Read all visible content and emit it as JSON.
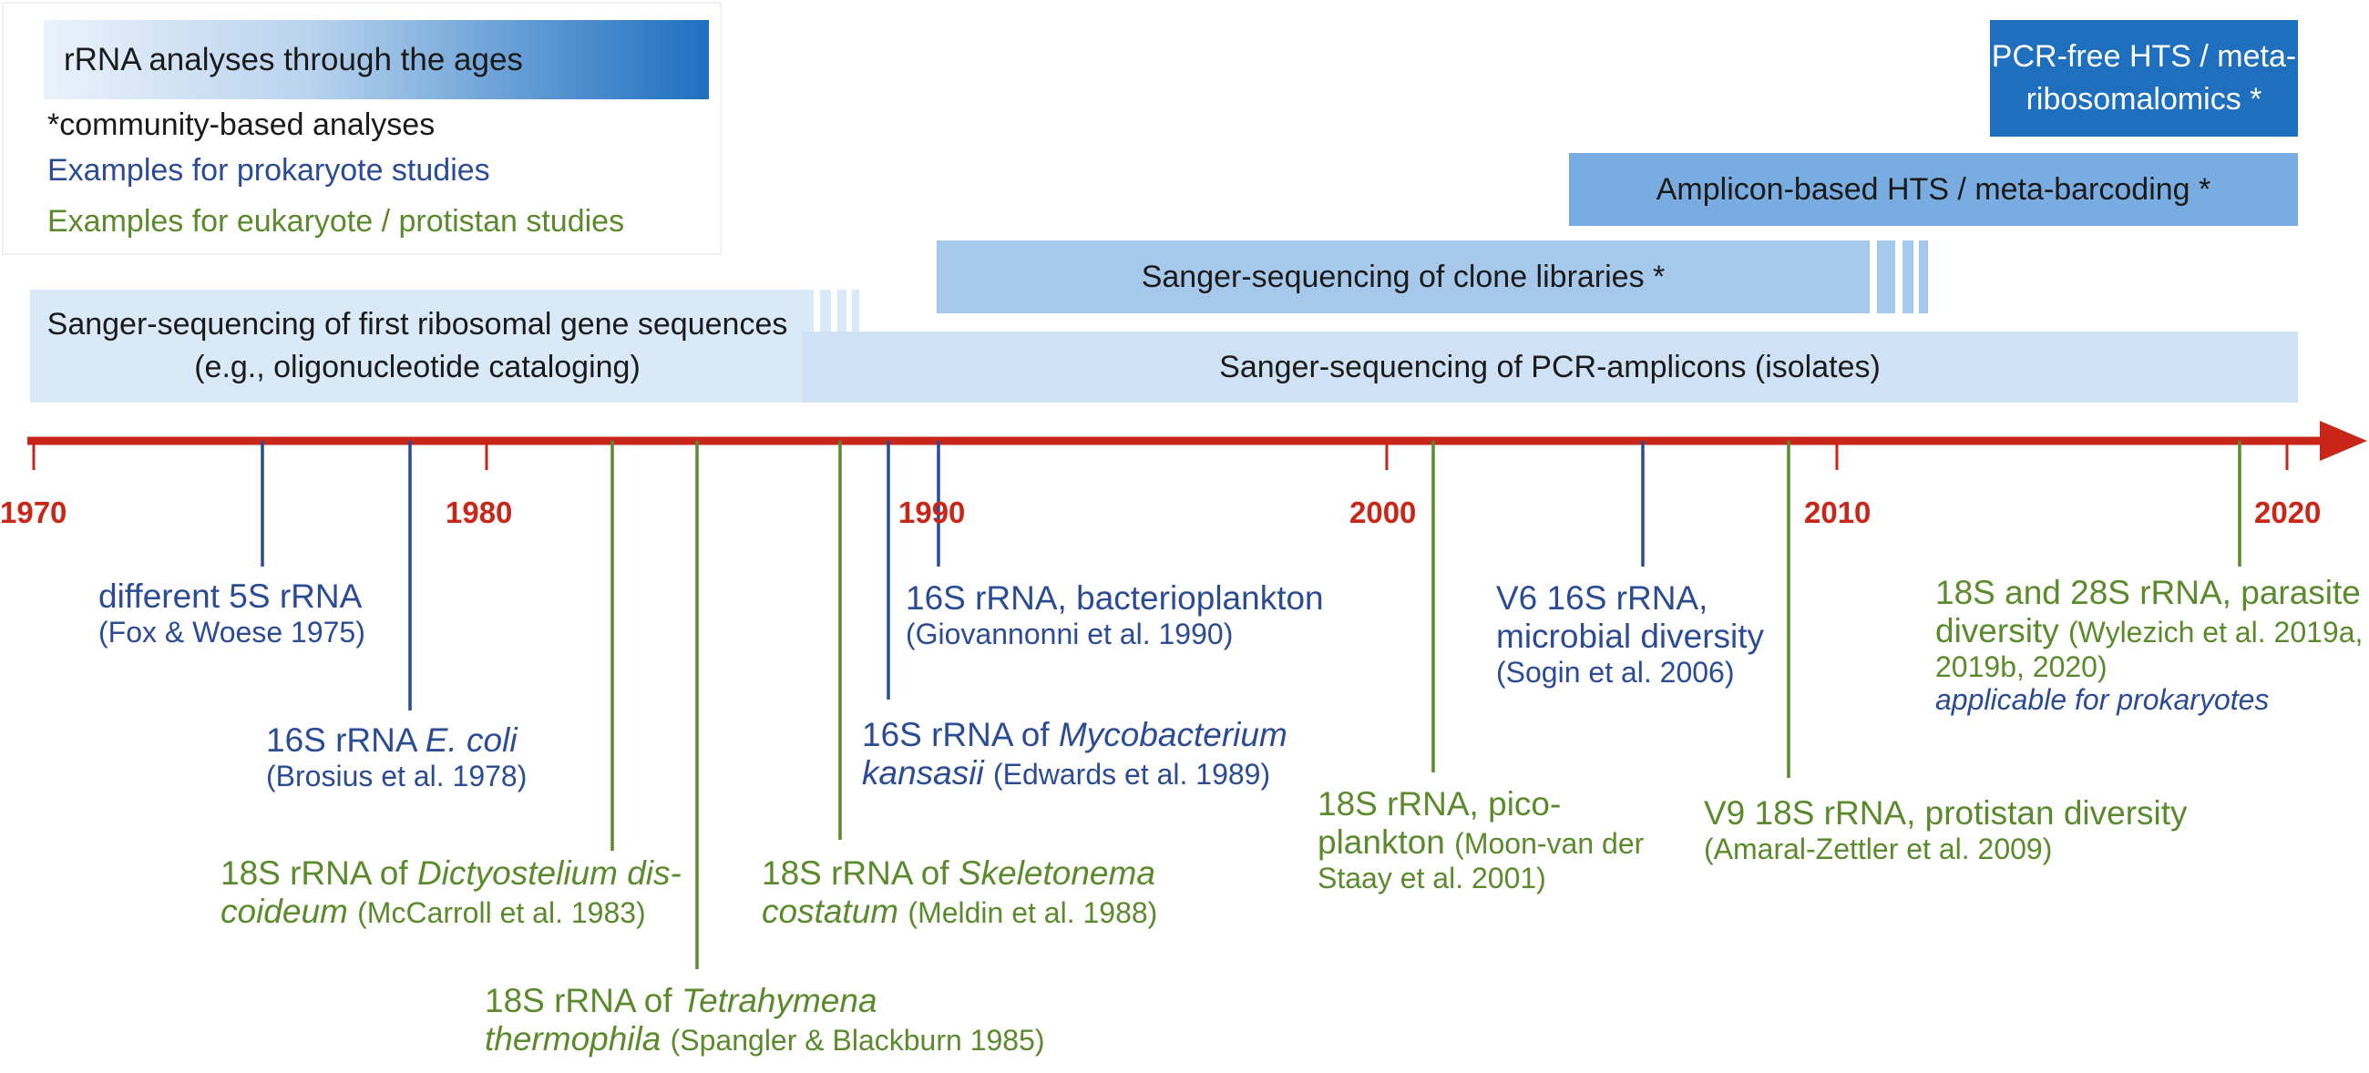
{
  "legend": {
    "title": "rRNA analyses through the ages",
    "note": "*community-based analyses",
    "prokaryote": "Examples for prokaryote studies",
    "eukaryote": "Examples for eukaryote / protistan studies"
  },
  "bars": {
    "first_sequences_line1": "Sanger-sequencing of first ribosomal gene sequences",
    "first_sequences_line2": "(e.g., oligonucleotide cataloging)",
    "pcr_amplicons": "Sanger-sequencing of PCR-amplicons (isolates)",
    "clone_libraries": "Sanger-sequencing of clone libraries *",
    "amplicon_hts": "Amplicon-based HTS / meta-barcoding *",
    "pcr_free_line1": "PCR-free HTS / meta-",
    "pcr_free_line2": "ribosomalomics *"
  },
  "axis": {
    "labels": [
      "1970",
      "1980",
      "1990",
      "2000",
      "2010",
      "2020"
    ]
  },
  "events": {
    "e5s": {
      "title": "different 5S rRNA",
      "ref": "(Fox & Woese 1975)"
    },
    "e16s_ecoli": {
      "prefix": "16S rRNA ",
      "italic": "E. coli",
      "ref": "(Brosius et al. 1978)"
    },
    "e18s_dicty": {
      "prefix": "18S rRNA of ",
      "italic1": "Dictyostelium dis-",
      "italic2": "coideum",
      "ref": "(McCarroll et al. 1983)"
    },
    "e18s_tetra": {
      "prefix": "18S rRNA of ",
      "italic1": "Tetrahymena",
      "italic2": "thermophila",
      "ref": "(Spangler & Blackburn 1985)"
    },
    "e18s_skele": {
      "prefix": "18S rRNA of ",
      "italic1": "Skeletonema",
      "italic2": "costatum",
      "ref": "(Meldin et al. 1988)"
    },
    "e16s_myco": {
      "prefix": "16S rRNA of ",
      "italic1": "Mycobacterium",
      "italic2": "kansasii",
      "ref": "(Edwards et al. 1989)"
    },
    "e16s_bact": {
      "title": "16S rRNA, bacterioplankton",
      "ref": "(Giovannonni et al. 1990)"
    },
    "e18s_pico": {
      "line1": "18S rRNA, pico-",
      "line2": "plankton",
      "ref1": "(Moon-van der",
      "ref2": "Staay et al. 2001)"
    },
    "ev6": {
      "line1": "V6 16S rRNA,",
      "line2": "microbial diversity",
      "ref": "(Sogin et al. 2006)"
    },
    "ev9": {
      "title": "V9 18S rRNA, protistan diversity",
      "ref": "(Amaral-Zettler et al. 2009)"
    },
    "e18s_28s": {
      "line1": "18S and 28S rRNA, parasite",
      "line2": "diversity",
      "ref1": "(Wylezich et al. 2019a,",
      "ref2": "2019b, 2020)",
      "note": "applicable for prokaryotes"
    }
  },
  "colors": {
    "axis": "#c9261a",
    "prokaryote": "#2b4c95",
    "eukaryote": "#5b8a2c",
    "light_bar": "#d6e7f7",
    "mid_bar": "#a8ccec",
    "dark_bar": "#7aaee0",
    "darkest_bar": "#1f6fbf"
  }
}
